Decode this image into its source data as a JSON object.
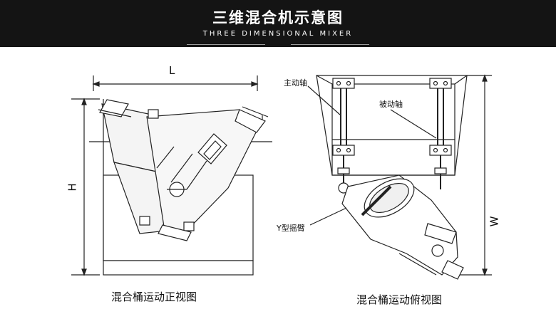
{
  "header": {
    "title": "三维混合机示意图",
    "subtitle": "THREE DIMENSIONAL MIXER"
  },
  "front_view": {
    "caption": "混合桶运动正视图",
    "dim_width": "L",
    "dim_height": "H"
  },
  "top_view": {
    "caption": "混合桶运动俯视图",
    "label_driving_shaft": "主动轴",
    "label_driven_shaft": "被动轴",
    "label_y_arm": "Y型摇臂",
    "dim_width": "W"
  },
  "colors": {
    "banner": "#141414",
    "line": "#222222",
    "fill_light": "#e9e9e9",
    "fill_dark": "#222222"
  }
}
